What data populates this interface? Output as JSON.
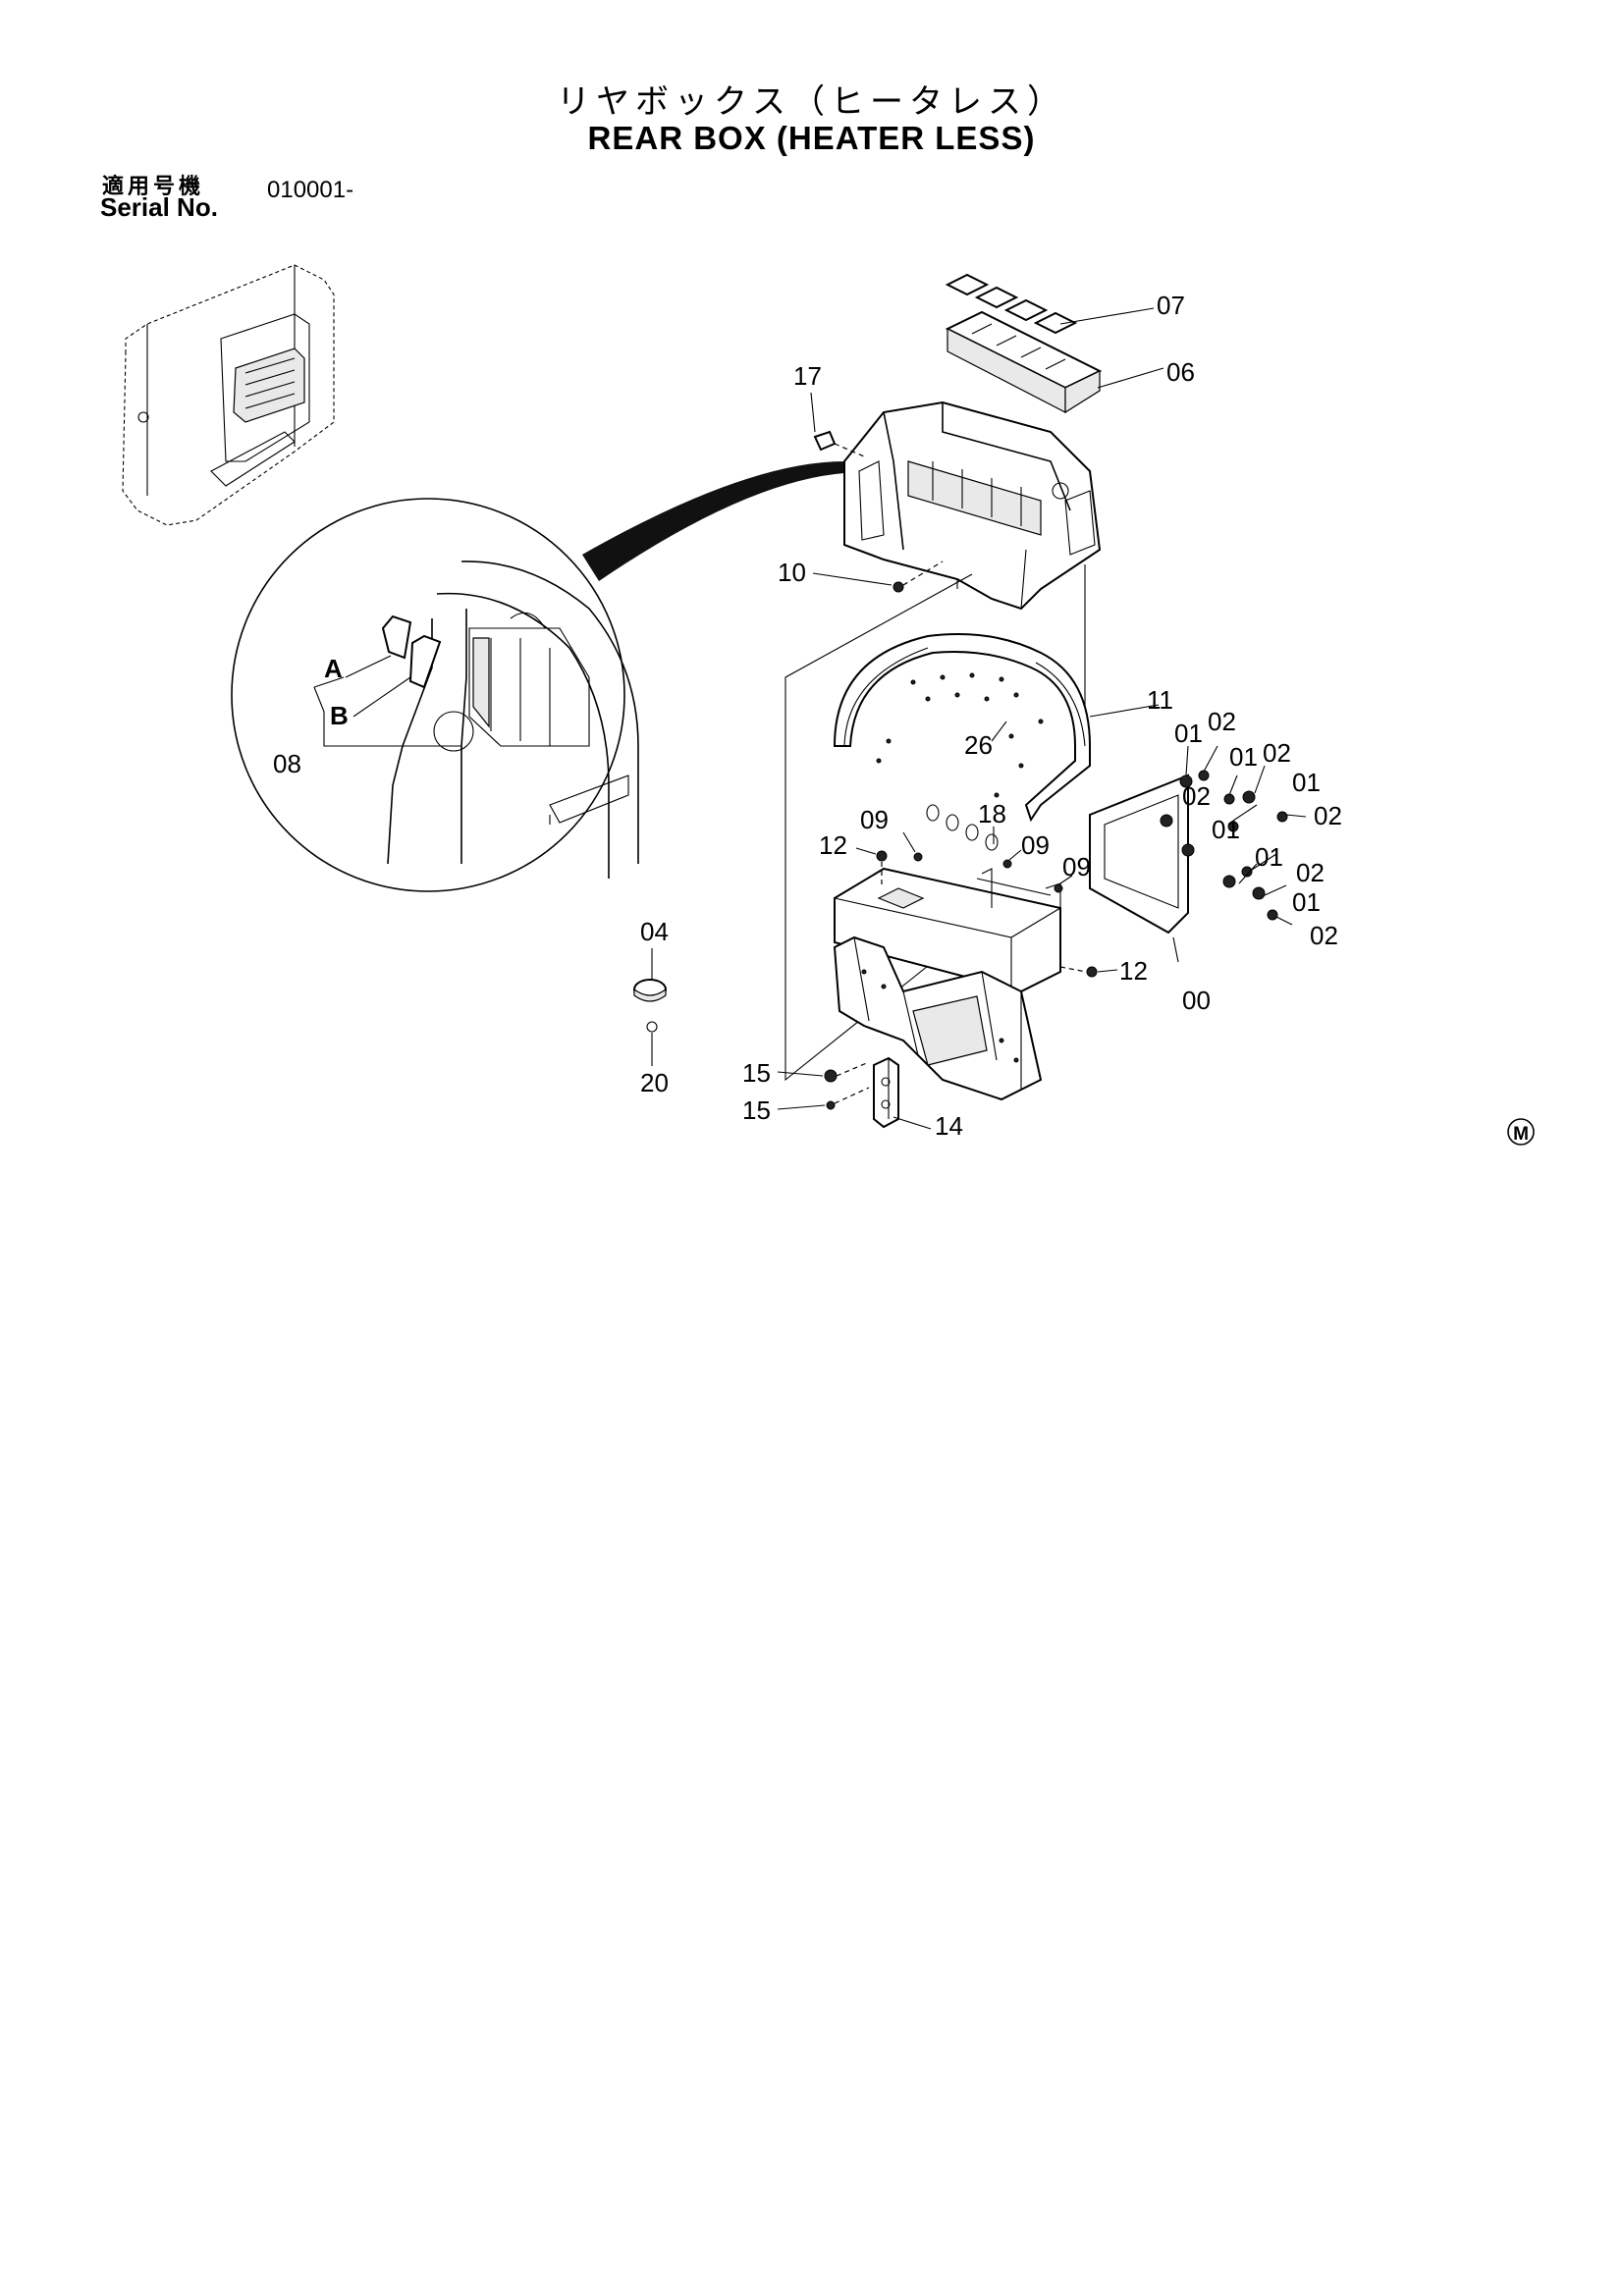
{
  "header": {
    "title_jp": "リヤボックス（ヒータレス）",
    "title_en": "REAR BOX (HEATER LESS)",
    "serial_label_jp": "適用号機",
    "serial_label_en": "Serial No.",
    "serial_value": "010001-"
  },
  "callouts": {
    "p07": "07",
    "p06": "06",
    "p17": "17",
    "p10": "10",
    "pA": "A",
    "pB": "B",
    "p08": "08",
    "p11": "11",
    "p26": "26",
    "p01a": "01",
    "p02a": "02",
    "p01b": "01",
    "p02b": "02",
    "p01c": "01",
    "p02c": "02",
    "p01d": "01",
    "p02d": "02",
    "p01e": "01",
    "p02e": "02",
    "p01f": "01",
    "p02f": "02",
    "p09a": "09",
    "p18": "18",
    "p09b": "09",
    "p09c": "09",
    "p12a": "12",
    "p12b": "12",
    "p00": "00",
    "p04": "04",
    "p20": "20",
    "p15a": "15",
    "p15b": "15",
    "p14": "14"
  },
  "marks": {
    "corner_mark": "M"
  },
  "colors": {
    "ink": "#000000",
    "paper": "#ffffff"
  }
}
